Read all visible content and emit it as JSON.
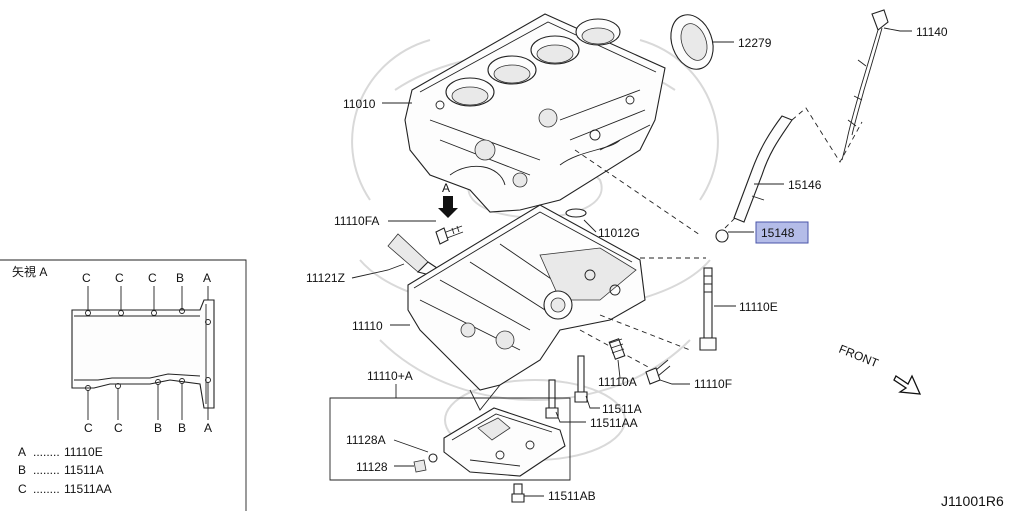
{
  "diagram": {
    "code": "J11001R6",
    "front_label": "FRONT",
    "arrow_letter": "A",
    "inset": {
      "title": "矢視 A",
      "top_letters": [
        "C",
        "C",
        "C",
        "B",
        "A"
      ],
      "bottom_letters": [
        "C",
        "C",
        "B",
        "B",
        "A"
      ],
      "legend": [
        {
          "key": "A",
          "dots": "........",
          "part": "11110E"
        },
        {
          "key": "B",
          "dots": "........",
          "part": "11511A"
        },
        {
          "key": "C",
          "dots": "........",
          "part": "11511AA"
        }
      ]
    },
    "callouts": {
      "p12279": "12279",
      "p11140": "11140",
      "p11010": "11010",
      "p15146": "15146",
      "p15148": "15148",
      "p11110FA": "11110FA",
      "p11012G": "11012G",
      "p11121Z": "11121Z",
      "p11110E": "11110E",
      "p11110": "11110",
      "p11110A": "11110A",
      "p11110F": "11110F",
      "p11110plusA": "11110+A",
      "p11511A": "11511A",
      "p11511AA": "11511AA",
      "p11128A": "11128A",
      "p11128": "11128",
      "p11511AB": "11511AB"
    },
    "highlight_color": "#b4bce8"
  }
}
